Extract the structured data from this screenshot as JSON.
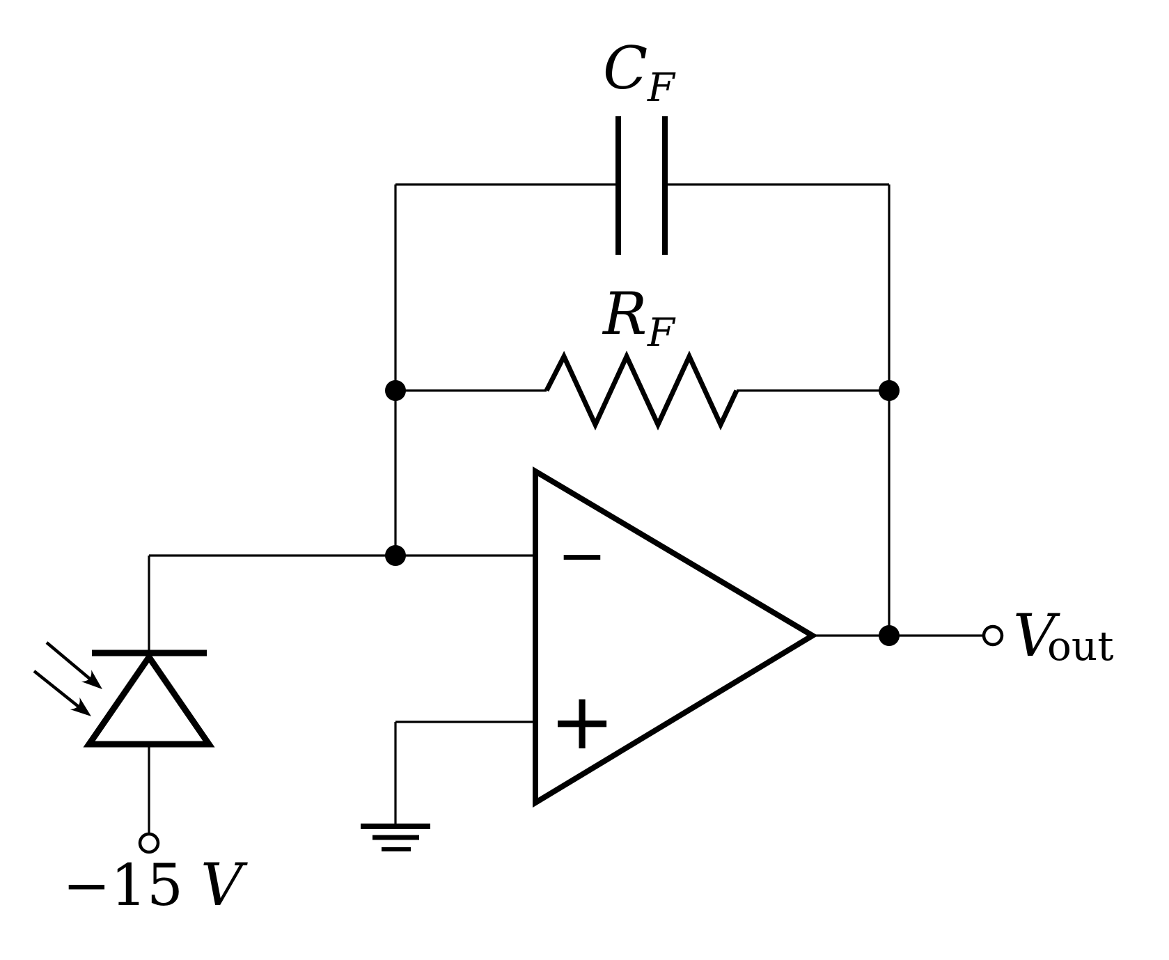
{
  "labels": {
    "feedback_capacitor": {
      "symbol": "C",
      "subscript": "F"
    },
    "feedback_resistor": {
      "symbol": "R",
      "subscript": "F"
    },
    "output_voltage": {
      "symbol": "V",
      "subscript": "out"
    },
    "supply_voltage": {
      "value": "−15",
      "unit": "V"
    },
    "opamp": {
      "inverting_marker": "−",
      "noninverting_marker": "+"
    }
  },
  "colors": {
    "ink": "#000000",
    "background": "#ffffff"
  }
}
